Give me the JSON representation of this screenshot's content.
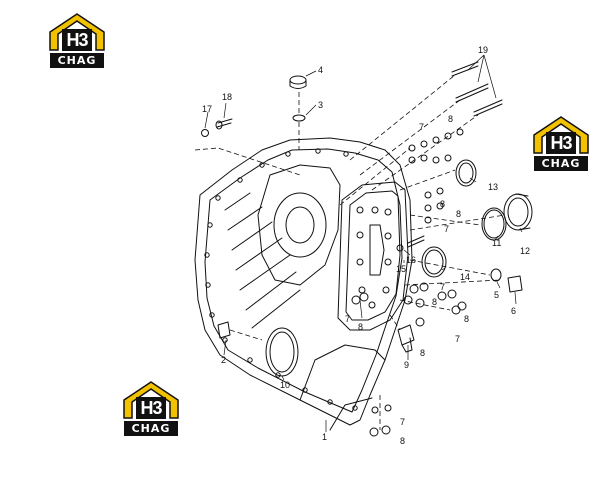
{
  "logo": {
    "mark": "H3",
    "word": "CHAG"
  },
  "callouts": {
    "c1": "1",
    "c2": "2",
    "c3": "3",
    "c4": "4",
    "c5": "5",
    "c6": "6",
    "c7a": "7",
    "c7b": "7",
    "c7c": "7",
    "c7d": "7",
    "c7e": "7",
    "c7f": "7",
    "c8a": "8",
    "c8b": "8",
    "c8c": "8",
    "c8d": "8",
    "c8e": "8",
    "c8f": "8",
    "c8g": "8",
    "c8h": "8",
    "c9": "9",
    "c10": "10",
    "c11": "11",
    "c12": "12",
    "c13": "13",
    "c14": "14",
    "c15": "15",
    "c16": "16",
    "c17": "17",
    "c18": "18",
    "c19": "19"
  },
  "colors": {
    "line": "#111111",
    "brand_yellow": "#f2c200",
    "brand_dark": "#111111"
  }
}
